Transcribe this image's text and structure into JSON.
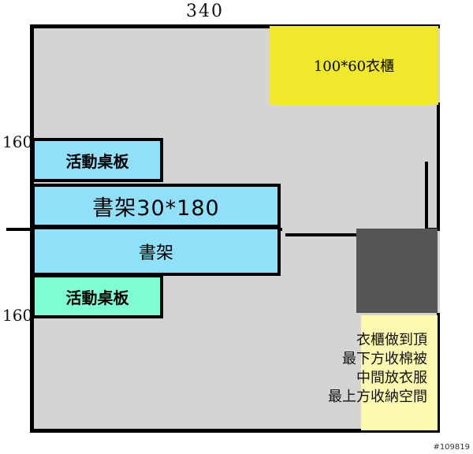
{
  "dimensions": {
    "top": "340",
    "left_upper": "160",
    "left_lower": "160"
  },
  "blocks": {
    "wardrobe_top": "100*60衣櫃",
    "desk_top": "活動桌板",
    "shelf_upper": "書架30*180",
    "shelf_lower": "書架",
    "desk_bottom": "活動桌板"
  },
  "note_lines": [
    "衣櫃做到頂",
    "最下方收棉被",
    "中間放衣服",
    "最上方收納空間"
  ],
  "watermark": "#109819",
  "colors": {
    "room_floor": "#d4d4d4",
    "wardrobe_yellow": "#f0e82a",
    "shelf_blue": "#90e0fa",
    "desk_mint": "#7ffdd4",
    "dark_block": "#555555",
    "wardrobe_pale_yellow": "#fbf8b0"
  }
}
